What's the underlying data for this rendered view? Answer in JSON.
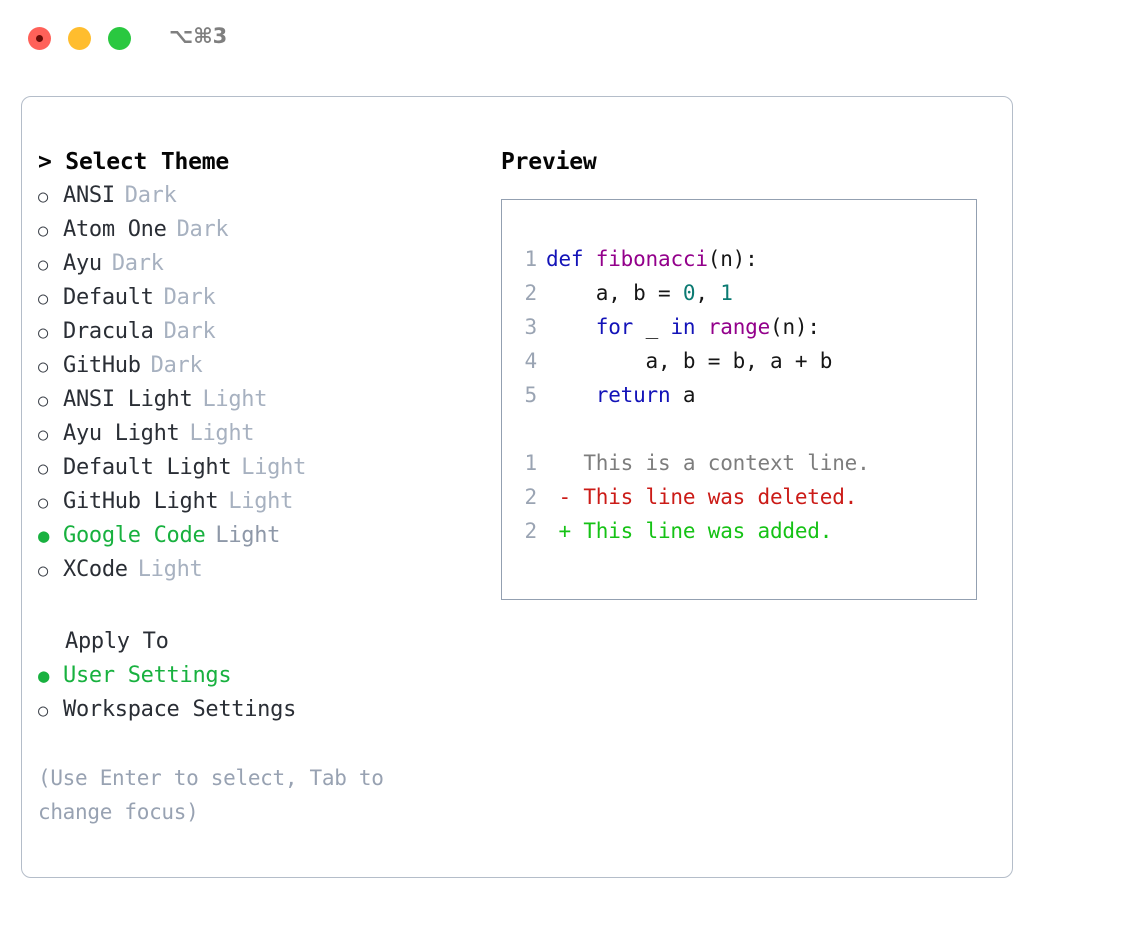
{
  "titlebar": {
    "shortcut": "⌥⌘3",
    "buttons": [
      "close",
      "minimize",
      "maximize"
    ]
  },
  "left": {
    "title": "> Select Theme",
    "themes": [
      {
        "radio": "○",
        "name": "ANSI",
        "badge": "Dark",
        "selected": false
      },
      {
        "radio": "○",
        "name": "Atom One",
        "badge": "Dark",
        "selected": false
      },
      {
        "radio": "○",
        "name": "Ayu",
        "badge": "Dark",
        "selected": false
      },
      {
        "radio": "○",
        "name": "Default",
        "badge": "Dark",
        "selected": false
      },
      {
        "radio": "○",
        "name": "Dracula",
        "badge": "Dark",
        "selected": false
      },
      {
        "radio": "○",
        "name": "GitHub",
        "badge": "Dark",
        "selected": false
      },
      {
        "radio": "○",
        "name": "ANSI Light",
        "badge": "Light",
        "selected": false
      },
      {
        "radio": "○",
        "name": "Ayu Light",
        "badge": "Light",
        "selected": false
      },
      {
        "radio": "○",
        "name": "Default Light",
        "badge": "Light",
        "selected": false
      },
      {
        "radio": "○",
        "name": "GitHub Light",
        "badge": "Light",
        "selected": false
      },
      {
        "radio": "●",
        "name": "Google Code",
        "badge": "Light",
        "selected": true
      },
      {
        "radio": "○",
        "name": "XCode",
        "badge": "Light",
        "selected": false
      }
    ],
    "apply_to": {
      "heading": "Apply To",
      "options": [
        {
          "radio": "●",
          "name": "User Settings",
          "selected": true
        },
        {
          "radio": "○",
          "name": "Workspace Settings",
          "selected": false
        }
      ]
    },
    "hint": "(Use Enter to select, Tab to change focus)"
  },
  "preview": {
    "title": "Preview",
    "code": [
      {
        "ln": "1",
        "tokens": [
          {
            "t": "def ",
            "c": "tok-kw"
          },
          {
            "t": "fibonacci",
            "c": "tok-fn"
          },
          {
            "t": "(n):",
            "c": "tok-pln"
          }
        ]
      },
      {
        "ln": "2",
        "tokens": [
          {
            "t": "    a, b = ",
            "c": "tok-pln"
          },
          {
            "t": "0",
            "c": "tok-num"
          },
          {
            "t": ", ",
            "c": "tok-pln"
          },
          {
            "t": "1",
            "c": "tok-num"
          }
        ]
      },
      {
        "ln": "3",
        "tokens": [
          {
            "t": "    ",
            "c": "tok-pln"
          },
          {
            "t": "for",
            "c": "tok-kw"
          },
          {
            "t": " _ ",
            "c": "tok-pln"
          },
          {
            "t": "in",
            "c": "tok-kw"
          },
          {
            "t": " ",
            "c": "tok-pln"
          },
          {
            "t": "range",
            "c": "tok-fn"
          },
          {
            "t": "(n):",
            "c": "tok-pln"
          }
        ]
      },
      {
        "ln": "4",
        "tokens": [
          {
            "t": "        a, b = b, a + b",
            "c": "tok-pln"
          }
        ]
      },
      {
        "ln": "5",
        "tokens": [
          {
            "t": "    ",
            "c": "tok-pln"
          },
          {
            "t": "return",
            "c": "tok-kw"
          },
          {
            "t": " a",
            "c": "tok-pln"
          }
        ]
      }
    ],
    "diff": [
      {
        "ln": "1",
        "text": "   This is a context line.",
        "kind": "diff-ctx"
      },
      {
        "ln": "2",
        "text": " - This line was deleted.",
        "kind": "diff-del"
      },
      {
        "ln": "2",
        "text": " + This line was added.",
        "kind": "diff-add"
      }
    ]
  },
  "colors": {
    "accent_green": "#18b13f",
    "badge_gray": "#a7b1c0",
    "hint_gray": "#98a2b2",
    "panel_border": "#b4bdc9",
    "preview_border": "#93a0b1",
    "keyword_blue": "#1313b8",
    "function_purple": "#93008b",
    "number_teal": "#0b7a72",
    "diff_deleted_red": "#cb1b17",
    "diff_added_green": "#15c215",
    "traffic_close": "#ff6159",
    "traffic_min": "#ffbd2e",
    "traffic_max": "#2ac840"
  }
}
